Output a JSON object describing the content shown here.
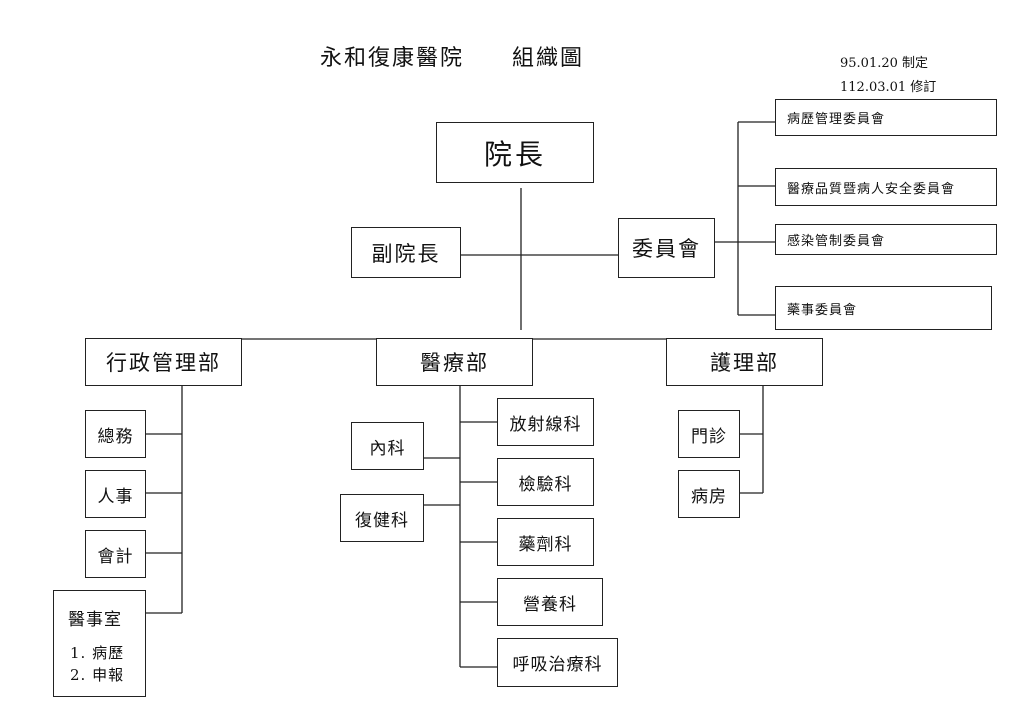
{
  "title": "永和復康醫院　　組織圖",
  "meta": {
    "enacted": "95.01.20 制定",
    "revised": "112.03.01 修訂"
  },
  "director": "院長",
  "vice_director": "副院長",
  "committee": "委員會",
  "committees": [
    "病歷管理委員會",
    "醫療品質暨病人安全委員會",
    "感染管制委員會",
    "藥事委員會"
  ],
  "departments": {
    "admin": {
      "name": "行政管理部",
      "units": [
        "總務",
        "人事",
        "會計"
      ],
      "records_office": {
        "name": "醫事室",
        "items": [
          "1. 病歷",
          "2. 申報"
        ]
      }
    },
    "medical": {
      "name": "醫療部",
      "left_units": [
        "內科",
        "復健科"
      ],
      "right_units": [
        "放射線科",
        "檢驗科",
        "藥劑科",
        "營養科",
        "呼吸治療科"
      ]
    },
    "nursing": {
      "name": "護理部",
      "units": [
        "門診",
        "病房"
      ]
    }
  }
}
